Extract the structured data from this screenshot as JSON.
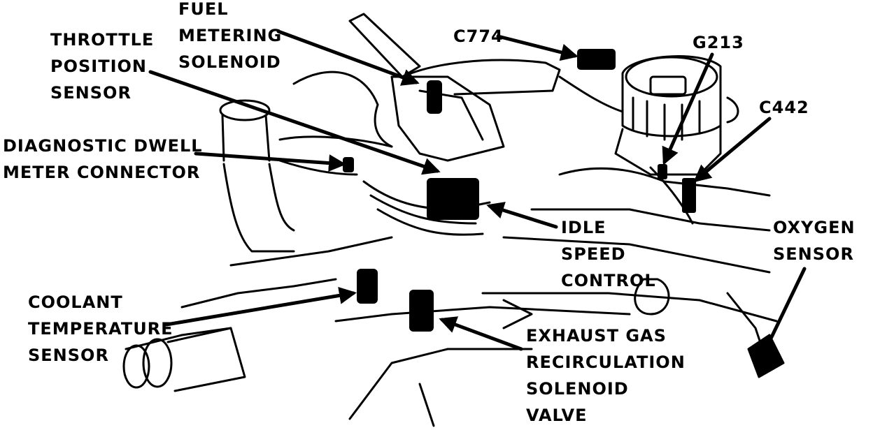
{
  "labels": {
    "fuel_metering": [
      "FUEL",
      "METERING",
      "SOLENOID"
    ],
    "throttle_position": [
      "THROTTLE",
      "POSITION",
      "SENSOR"
    ],
    "diagnostic_dwell": [
      "DIAGNOSTIC DWELL",
      "METER CONNECTOR"
    ],
    "c774": "C774",
    "g213": "G213",
    "c442": "C442",
    "idle_speed": [
      "IDLE",
      "SPEED",
      "CONTROL"
    ],
    "oxygen": [
      "OXYGEN",
      "SENSOR"
    ],
    "coolant": [
      "COOLANT",
      "TEMPERATURE",
      "SENSOR"
    ],
    "egr": [
      "EXHAUST GAS",
      "RECIRCULATION",
      "SOLENOID",
      "VALVE"
    ]
  }
}
